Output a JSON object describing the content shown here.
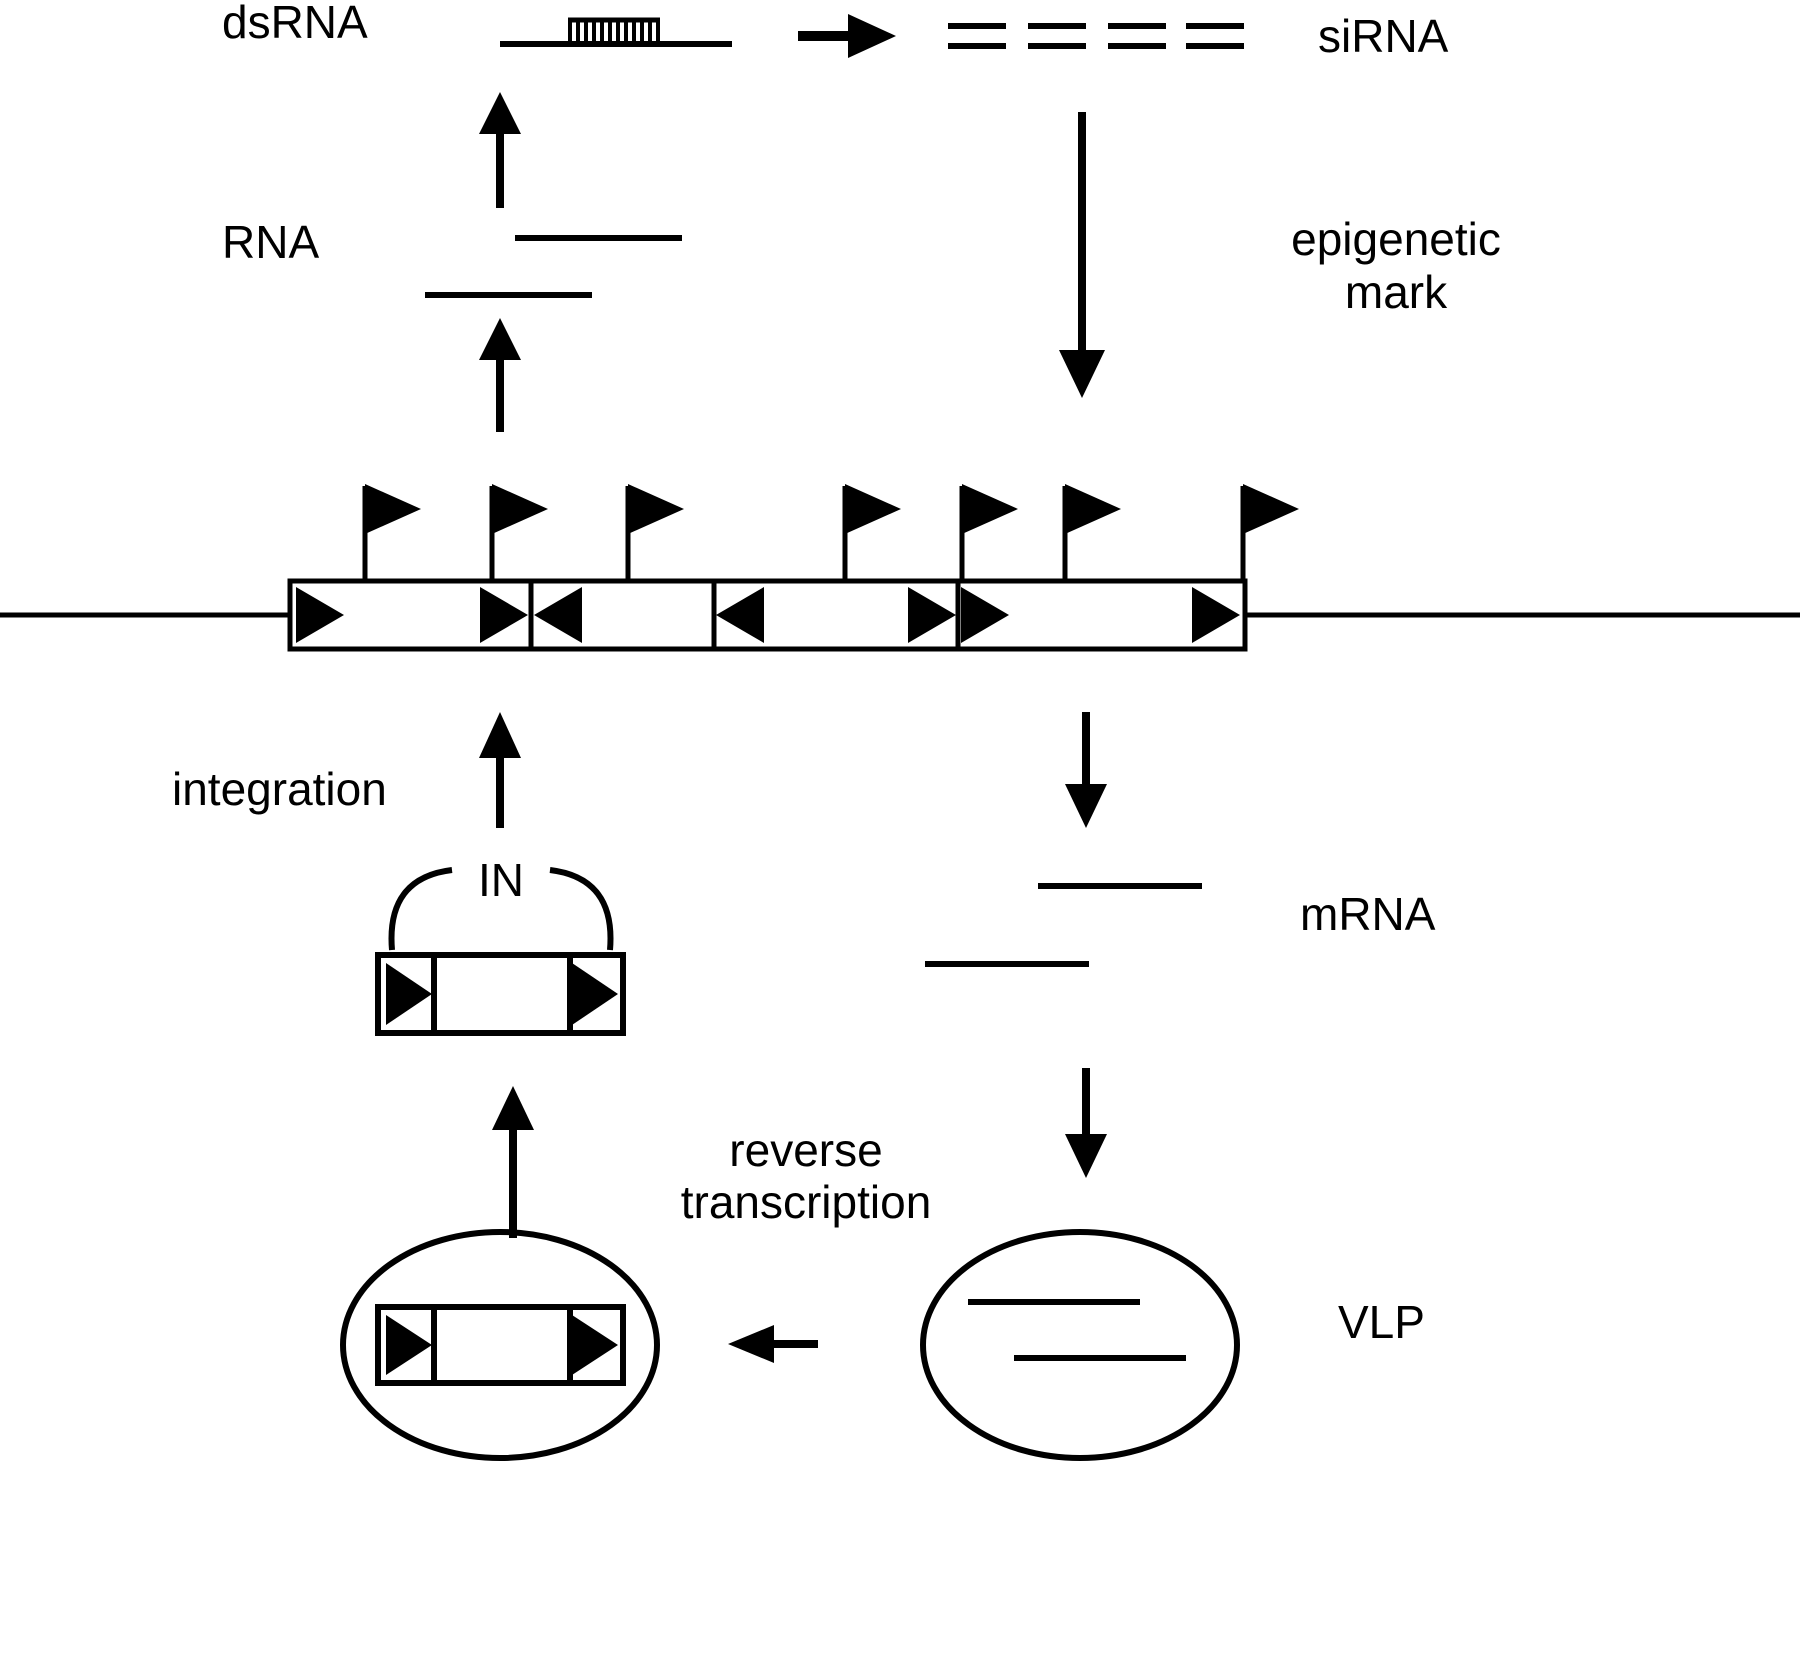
{
  "figure": {
    "colors": {
      "ink": "#000000",
      "paper": "#ffffff"
    },
    "labels": {
      "dsrna": "dsRNA",
      "sirna": "siRNA",
      "epigenetic_1": "epigenetic",
      "epigenetic_2": "mark",
      "rna": "RNA",
      "integration": "integration",
      "integrase": "IN",
      "mrna": "mRNA",
      "reverse_1": "reverse",
      "reverse_2": "transcription",
      "vlp": "VLP"
    }
  }
}
